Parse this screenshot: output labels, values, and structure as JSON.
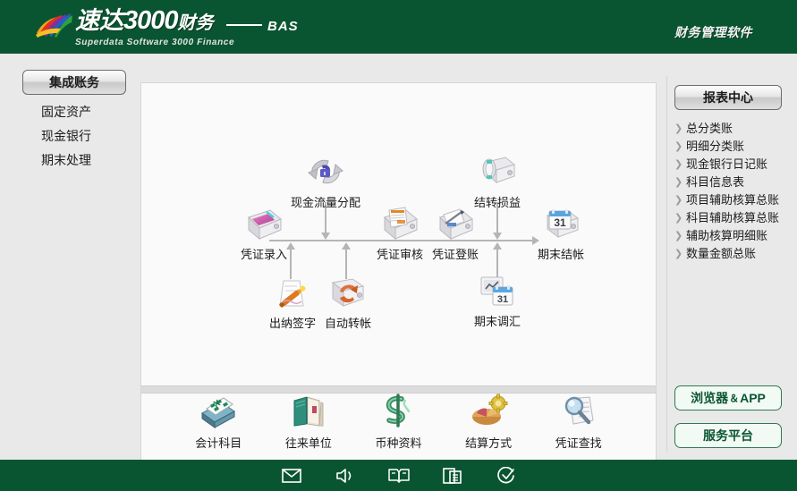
{
  "header": {
    "brand_cn_1": "速达",
    "brand_num": "3000",
    "brand_cn_2": "财务",
    "brand_en": "Superdata Software 3000 Finance",
    "edition": "BAS",
    "right_title": "财务管理软件",
    "logo_icon": "colorful-fan-logo-icon",
    "bg_color": "#0a5531"
  },
  "sidebar": {
    "button_label": "集成账务",
    "items": [
      {
        "label": "固定资产"
      },
      {
        "label": "现金银行"
      },
      {
        "label": "期末处理"
      }
    ]
  },
  "flow": {
    "nodes": [
      {
        "label": "凭证录入",
        "icon": "voucher-entry-icon"
      },
      {
        "label": "现金流量分配",
        "icon": "cash-flow-allocation-icon"
      },
      {
        "label": "出纳签字",
        "icon": "cashier-signature-icon"
      },
      {
        "label": "自动转帐",
        "icon": "auto-transfer-icon"
      },
      {
        "label": "凭证审核",
        "icon": "voucher-audit-icon"
      },
      {
        "label": "凭证登账",
        "icon": "voucher-posting-icon"
      },
      {
        "label": "结转损益",
        "icon": "profit-loss-carryover-icon"
      },
      {
        "label": "期末调汇",
        "icon": "period-end-exchange-icon"
      },
      {
        "label": "期末结帐",
        "icon": "period-end-closing-icon"
      }
    ]
  },
  "bottom_icons": [
    {
      "label": "会计科目",
      "icon": "accounting-subject-icon"
    },
    {
      "label": "往来单位",
      "icon": "business-unit-icon"
    },
    {
      "label": "币种资料",
      "icon": "currency-data-icon"
    },
    {
      "label": "结算方式",
      "icon": "settlement-method-icon"
    },
    {
      "label": "凭证查找",
      "icon": "voucher-search-icon"
    }
  ],
  "report_center": {
    "button_label": "报表中心",
    "items": [
      {
        "label": "总分类账"
      },
      {
        "label": "明细分类账"
      },
      {
        "label": "现金银行日记账"
      },
      {
        "label": "科目信息表"
      },
      {
        "label": "项目辅助核算总账"
      },
      {
        "label": "科目辅助核算总账"
      },
      {
        "label": "辅助核算明细账"
      },
      {
        "label": "数量金额总账"
      }
    ],
    "browser_app_label_main": "浏览器",
    "browser_app_amp": "＆",
    "browser_app_label_sub": "APP",
    "service_platform_label": "服务平台"
  },
  "footer": {
    "icons": [
      {
        "name": "mail-icon"
      },
      {
        "name": "speaker-icon"
      },
      {
        "name": "book-icon"
      },
      {
        "name": "copy-documents-icon"
      },
      {
        "name": "check-circle-icon"
      }
    ],
    "bg_color": "#0a5531"
  }
}
